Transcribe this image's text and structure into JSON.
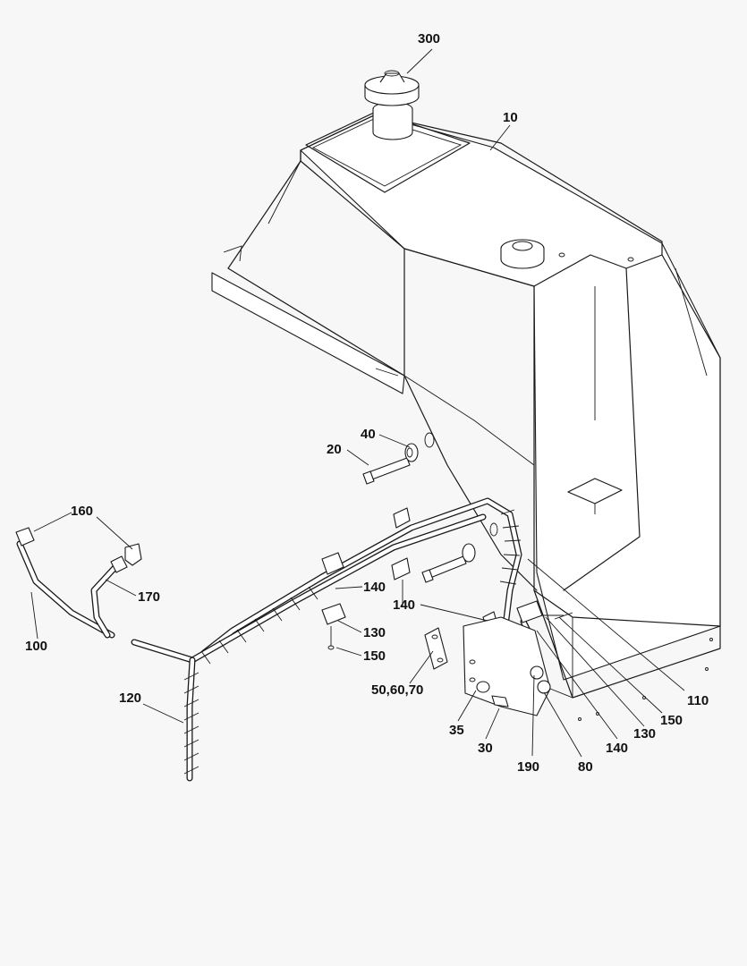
{
  "callouts": [
    {
      "id": "c300",
      "text": "300"
    },
    {
      "id": "c10",
      "text": "10"
    },
    {
      "id": "c40",
      "text": "40"
    },
    {
      "id": "c20",
      "text": "20"
    },
    {
      "id": "c160",
      "text": "160"
    },
    {
      "id": "c170",
      "text": "170"
    },
    {
      "id": "c100",
      "text": "100"
    },
    {
      "id": "c140a",
      "text": "140"
    },
    {
      "id": "c130a",
      "text": "130"
    },
    {
      "id": "c150a",
      "text": "150"
    },
    {
      "id": "c140b",
      "text": "140"
    },
    {
      "id": "c120",
      "text": "120"
    },
    {
      "id": "c506070",
      "text": "50,60,70"
    },
    {
      "id": "c35",
      "text": "35"
    },
    {
      "id": "c30",
      "text": "30"
    },
    {
      "id": "c190",
      "text": "190"
    },
    {
      "id": "c80",
      "text": "80"
    },
    {
      "id": "c140c",
      "text": "140"
    },
    {
      "id": "c130b",
      "text": "130"
    },
    {
      "id": "c150b",
      "text": "150"
    },
    {
      "id": "c110",
      "text": "110"
    }
  ]
}
